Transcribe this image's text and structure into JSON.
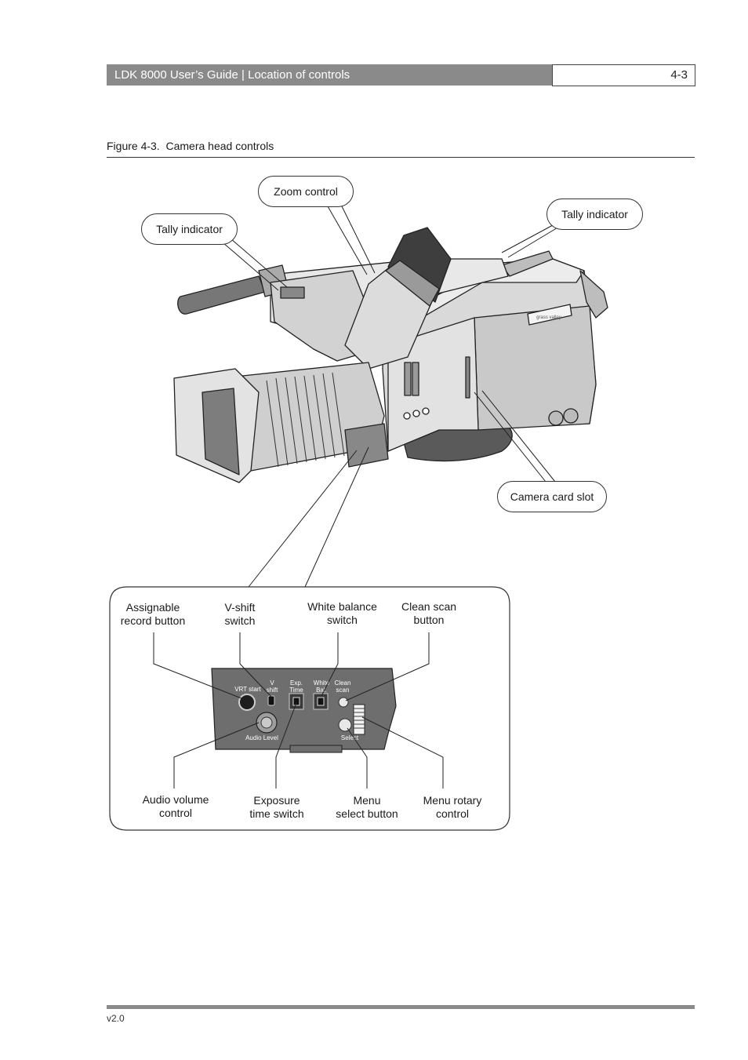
{
  "header": {
    "title": "LDK 8000 User’s Guide | Location of controls",
    "page": "4-3"
  },
  "figure": {
    "number": "Figure 4-3.",
    "title": "Camera head controls"
  },
  "callouts": {
    "zoom_control": "Zoom control",
    "tally_left": "Tally indicator",
    "tally_right": "Tally indicator",
    "camera_card_slot": "Camera card slot"
  },
  "panel": {
    "top_labels": {
      "assignable_record_1": "Assignable",
      "assignable_record_2": "record button",
      "vshift_1": "V-shift",
      "vshift_2": "switch",
      "white_balance_1": "White balance",
      "white_balance_2": "switch",
      "clean_scan_1": "Clean scan",
      "clean_scan_2": "button"
    },
    "bottom_labels": {
      "audio_volume_1": "Audio volume",
      "audio_volume_2": "control",
      "exposure_1": "Exposure",
      "exposure_2": "time switch",
      "menu_select_1": "Menu",
      "menu_select_2": "select button",
      "menu_rotary_1": "Menu rotary",
      "menu_rotary_2": "control"
    },
    "printed": {
      "vrt_start": "VRT start",
      "v": "V",
      "shift": "shift",
      "exp": "Exp.",
      "time": "Time",
      "white": "White",
      "bal": "Bal.",
      "clean": "Clean",
      "scan": "scan",
      "audio_level": "Audio Level",
      "select": "Select"
    }
  },
  "brand_mark": "grass valley",
  "footer": {
    "version": "v2.0"
  }
}
